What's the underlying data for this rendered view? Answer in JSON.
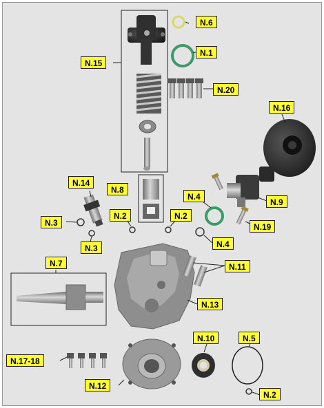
{
  "figure": {
    "labels": {
      "n1": "N.1",
      "n2a": "N.2",
      "n2b": "N.2",
      "n2c": "N.2",
      "n3a": "N.3",
      "n3b": "N.3",
      "n4a": "N.4",
      "n4b": "N.4",
      "n5": "N.5",
      "n6": "N.6",
      "n7": "N.7",
      "n8": "N.8",
      "n9": "N.9",
      "n10": "N.10",
      "n11": "N.11",
      "n12": "N.12",
      "n13": "N.13",
      "n14": "N.14",
      "n15": "N.15",
      "n16": "N.16",
      "n17_18": "N.17-18",
      "n19": "N.19",
      "n20": "N.20"
    },
    "colors": {
      "background": "#e4e4e4",
      "label_fill": "#ffff33",
      "oring_green": "#3c9a6a",
      "oring_yellow": "#d8d86a",
      "metal": "#9a9a9a",
      "dark_part": "#2b2b2b"
    }
  }
}
